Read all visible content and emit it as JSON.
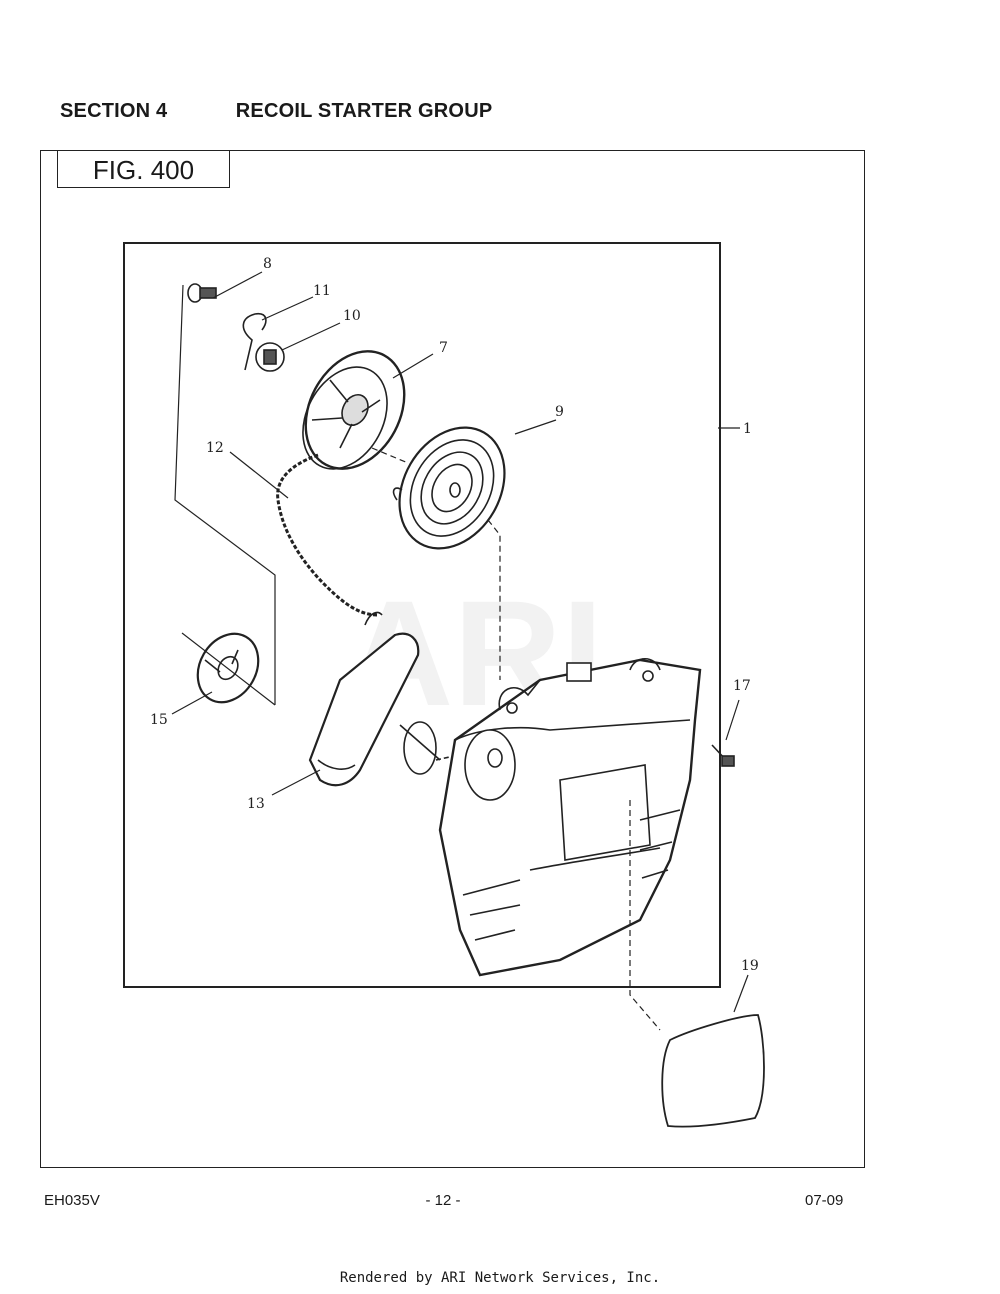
{
  "header": {
    "section_number": "SECTION 4",
    "section_title": "RECOIL STARTER GROUP"
  },
  "figure": {
    "label": "FIG. 400",
    "watermark": "ARI",
    "callouts": [
      "8",
      "11",
      "10",
      "7",
      "9",
      "1",
      "12",
      "17",
      "15",
      "13",
      "19"
    ]
  },
  "footer": {
    "model": "EH035V",
    "page": "- 12 -",
    "date": "07-09",
    "rendered_by": "Rendered by ARI Network Services, Inc."
  }
}
